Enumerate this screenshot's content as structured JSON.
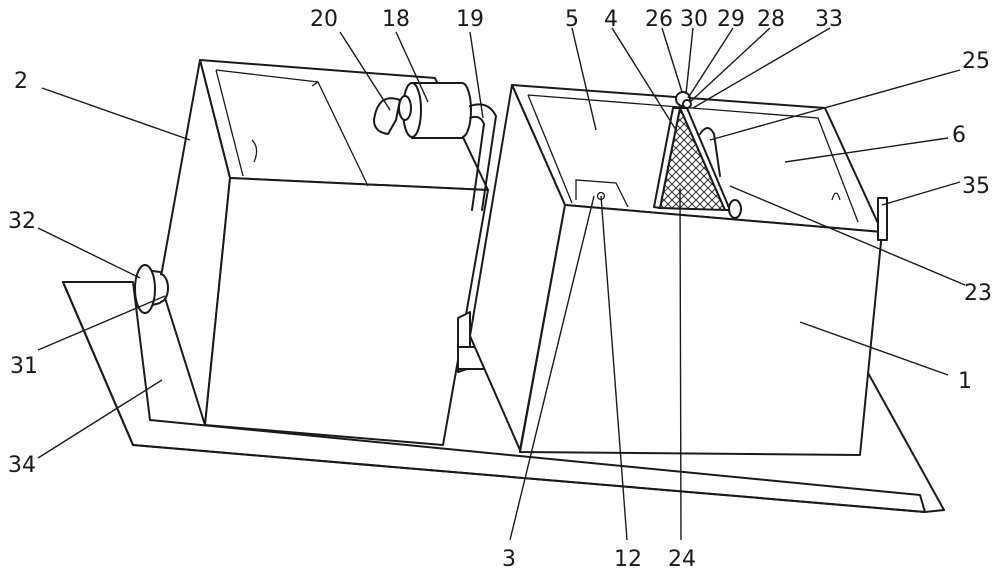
{
  "labels": {
    "l1": "1",
    "l2": "2",
    "l3": "3",
    "l4": "4",
    "l5": "5",
    "l6": "6",
    "l12": "12",
    "l18": "18",
    "l19": "19",
    "l20": "20",
    "l23": "23",
    "l24": "24",
    "l25": "25",
    "l26": "26",
    "l28": "28",
    "l29": "29",
    "l30": "30",
    "l31": "31",
    "l32": "32",
    "l33": "33",
    "l34": "34",
    "l35": "35"
  }
}
